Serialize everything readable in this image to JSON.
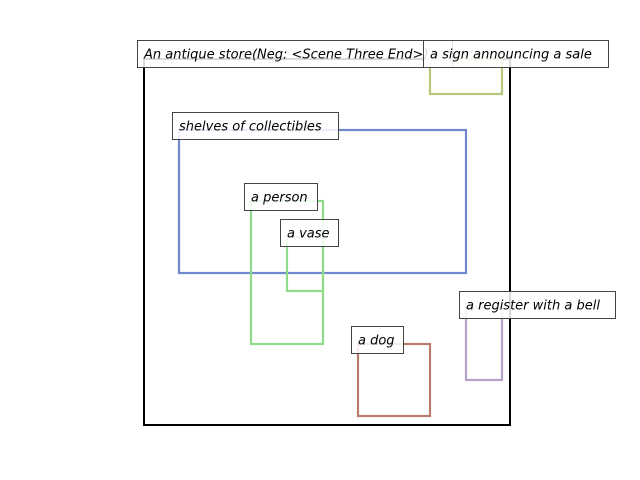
{
  "scene": {
    "caption": "An antique store(Neg: <Scene Three End>)",
    "frame_color": "#000000"
  },
  "boxes": [
    {
      "id": "sign",
      "label": "a sign announcing a sale",
      "color": "#b5c97a"
    },
    {
      "id": "shelves",
      "label": "shelves of collectibles",
      "color": "#7088cc"
    },
    {
      "id": "person",
      "label": "a person",
      "color": "#8fdc8a"
    },
    {
      "id": "vase",
      "label": "a vase",
      "color": "#8fdc8a"
    },
    {
      "id": "register",
      "label": "a register with a bell",
      "color": "#b9a0c8"
    },
    {
      "id": "dog",
      "label": "a dog",
      "color": "#b87c6a"
    }
  ]
}
